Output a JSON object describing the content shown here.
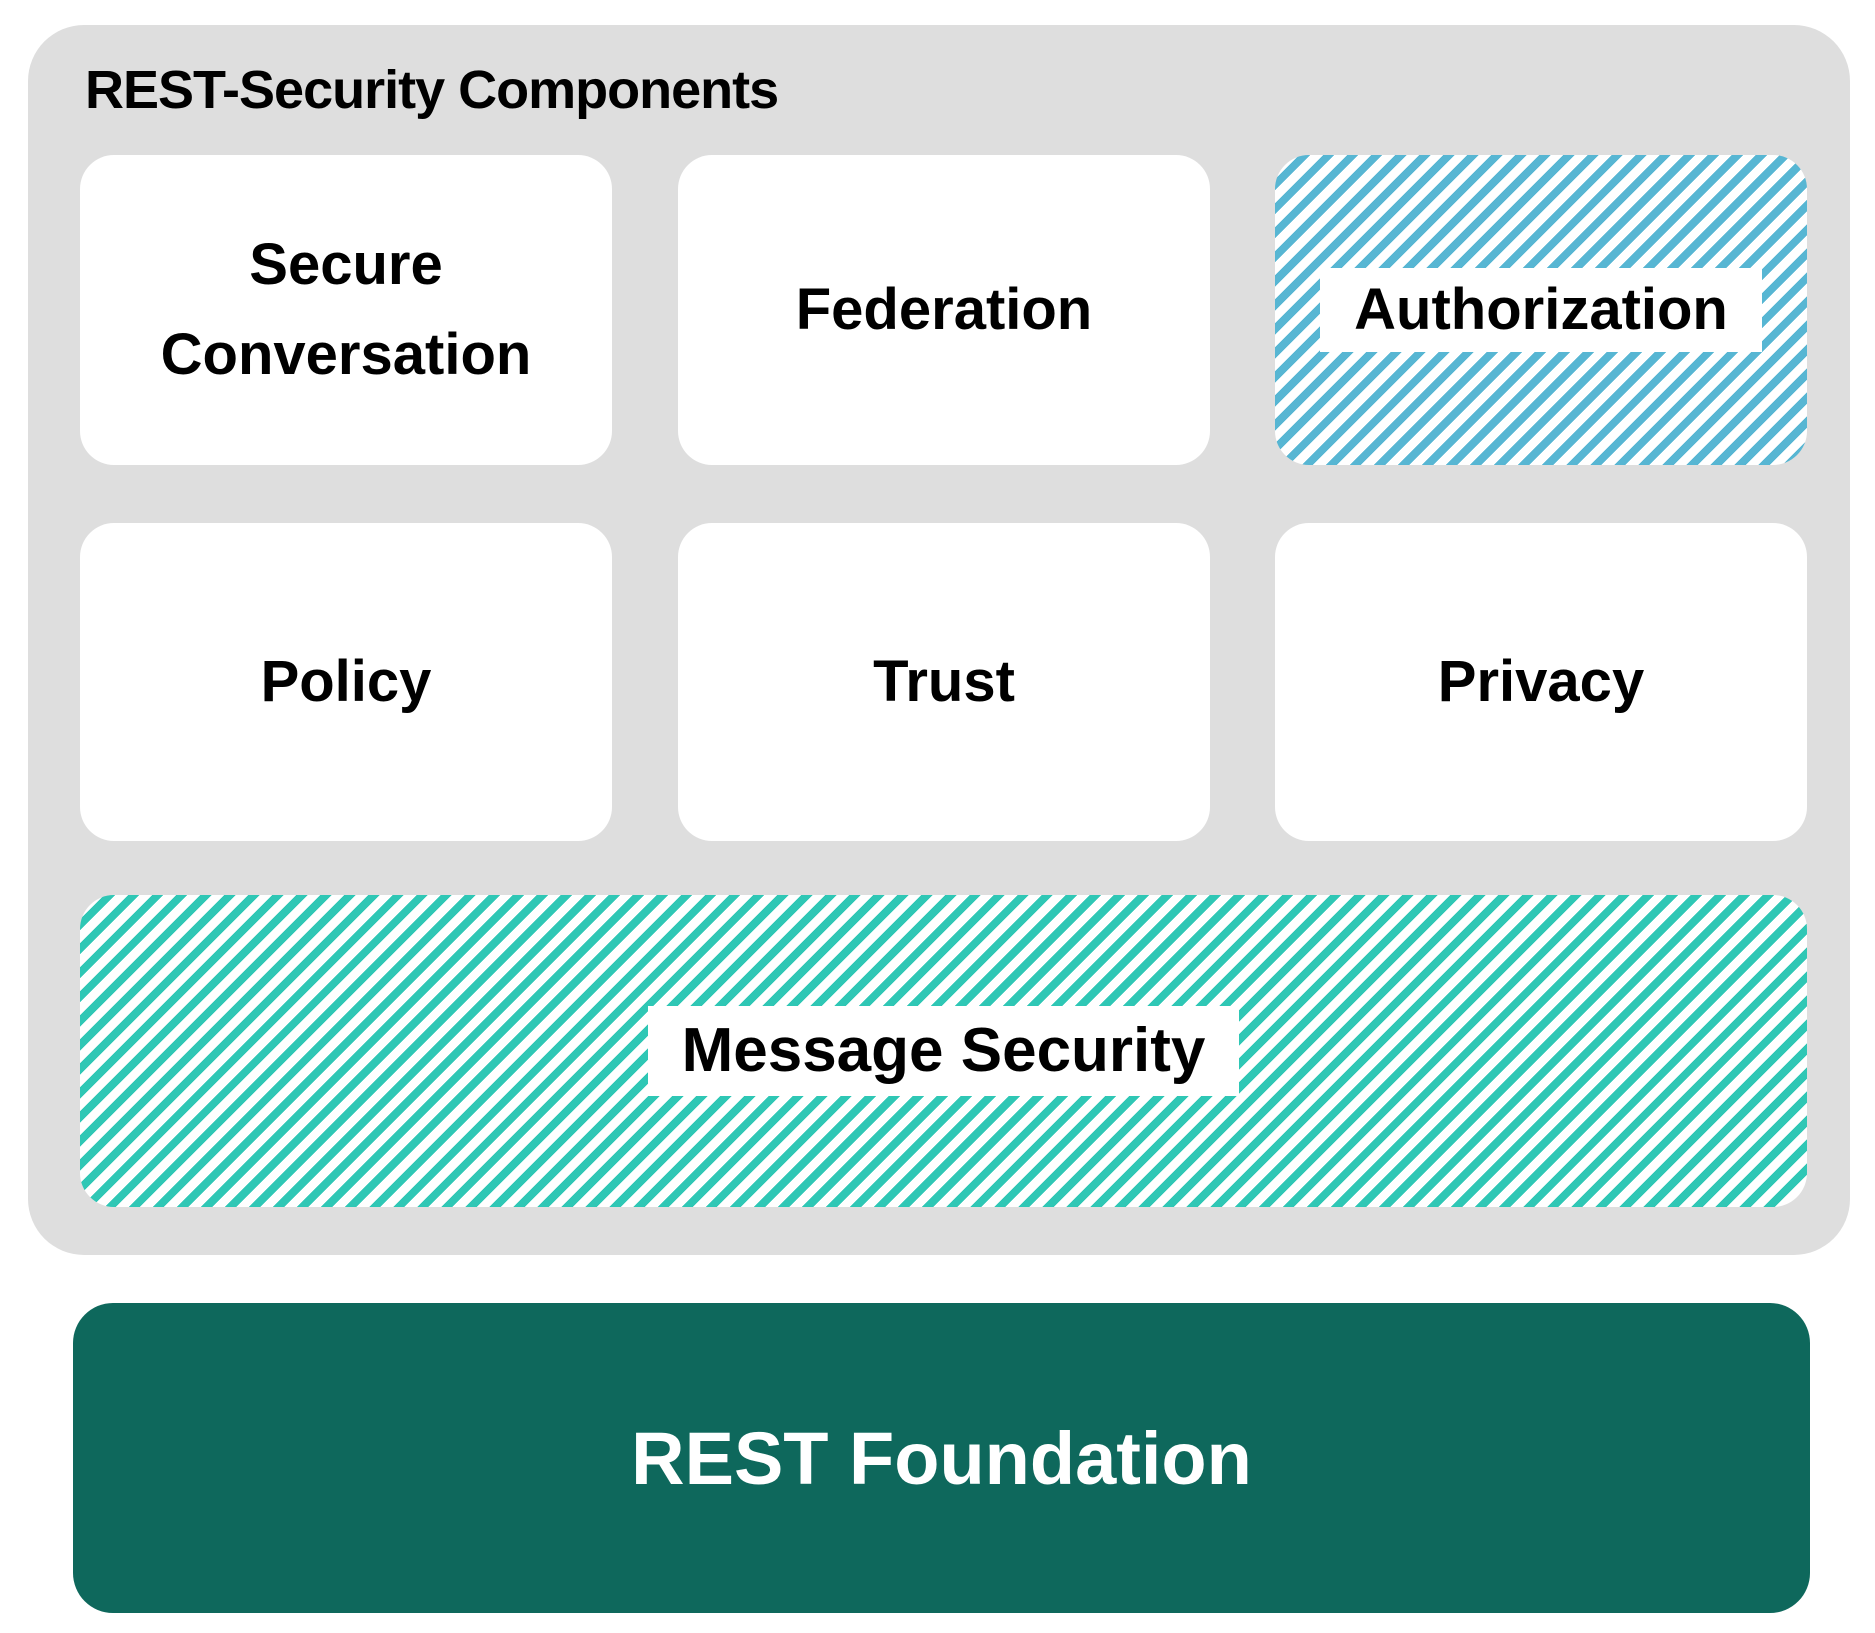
{
  "diagram": {
    "title": "REST-Security Components",
    "grid_boxes": [
      {
        "label": "Secure Conversation",
        "style": "plain"
      },
      {
        "label": "Federation",
        "style": "plain"
      },
      {
        "label": "Authorization",
        "style": "striped-blue"
      },
      {
        "label": "Policy",
        "style": "plain"
      },
      {
        "label": "Trust",
        "style": "plain"
      },
      {
        "label": "Privacy",
        "style": "plain"
      }
    ],
    "message_security": {
      "label": "Message Security",
      "style": "striped-teal"
    },
    "foundation": {
      "label": "REST Foundation",
      "style": "solid-green"
    },
    "colors": {
      "page_bg": "#ffffff",
      "container_bg": "#dedede",
      "box_bg": "#ffffff",
      "stripe_blue": "#57b6d3",
      "stripe_teal": "#2fc7b5",
      "foundation_green": "#0e685c",
      "label_text": "#000000",
      "foundation_text": "#ffffff"
    }
  }
}
